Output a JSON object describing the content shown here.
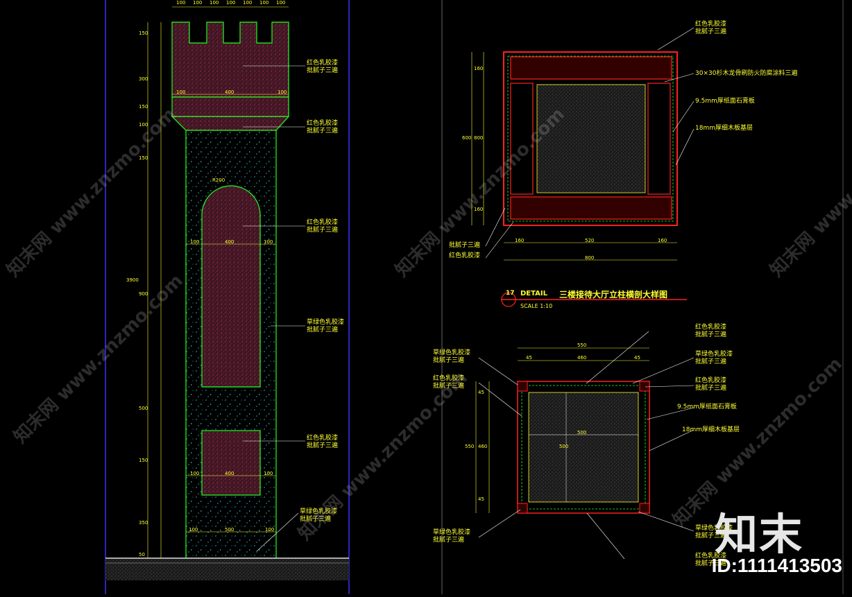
{
  "drawing": {
    "title": "三楼接待大厅立柱横剖大样图",
    "callout_number": "17",
    "callout_sheet": "DETAIL",
    "scale": "SCALE 1:10"
  },
  "elevation_annotations": [
    "红色乳胶漆\n批腻子三遍",
    "红色乳胶漆\n批腻子三遍",
    "红色乳胶漆\n批腻子三遍",
    "草绿色乳胶漆\n批腻子三遍",
    "红色乳胶漆\n批腻子三遍",
    "草绿色乳胶漆\n批腻子三遍"
  ],
  "section1_annotations": [
    "红色乳胶漆\n批腻子三遍",
    "30×30杉木龙骨刷防火防腐涂料三遍",
    "9.5mm厚纸面石膏板",
    "18mm厚细木板基层",
    "批腻子三遍",
    "红色乳胶漆"
  ],
  "section2_annotations_left": [
    "草绿色乳胶漆\n批腻子三遍",
    "红色乳胶漆\n批腻子三遍",
    "草绿色乳胶漆\n批腻子三遍"
  ],
  "section2_annotations_right": [
    "红色乳胶漆\n批腻子三遍",
    "草绿色乳胶漆\n批腻子三遍",
    "红色乳胶漆\n批腻子三遍",
    "9.5mm厚纸面石膏板",
    "18mm厚细木板基层",
    "草绿色乳胶漆\n批腻子三遍",
    "红色乳胶漆\n批腻子三遍"
  ],
  "elevation_dims": {
    "top": [
      "100",
      "100",
      "100",
      "100",
      "100",
      "100",
      "100"
    ],
    "vertical": [
      "150",
      "300",
      "150",
      "100",
      "150",
      "900",
      "500",
      "150",
      "350",
      "3900",
      "50"
    ],
    "crown": [
      "100",
      "400",
      "100"
    ],
    "arch": [
      "100",
      "400",
      "100"
    ],
    "lower": [
      "100",
      "400",
      "100"
    ],
    "base": [
      "100",
      "500",
      "100"
    ],
    "arch_radius": "R200"
  },
  "section1_dims": {
    "vertical": [
      "160",
      "800",
      "160",
      "600"
    ],
    "bottom": [
      "160",
      "520",
      "160"
    ],
    "total": "800"
  },
  "section2_dims": {
    "top_total": "550",
    "top": [
      "45",
      "460",
      "45"
    ],
    "vertical": [
      "45",
      "460",
      "45",
      "550"
    ],
    "inner_h": "500",
    "inner_v": "500"
  },
  "watermarks": [
    "知末网 www.znzmo.com",
    "知末网 www.znzmo.com",
    "知末网 www.znzmo.com",
    "知末网 www.znzmo.com",
    "知末网 www.znzmo.com",
    "知末网 www.znzmo.com"
  ],
  "logo": "知末",
  "id_label": "ID:1111413503",
  "colors": {
    "background": "#000000",
    "red_fill": "#4a1e2a",
    "green_outline": "#22ff22",
    "yellow_text": "#ffff33",
    "blue_frame": "#3333ff",
    "red_line": "#ff2020"
  }
}
